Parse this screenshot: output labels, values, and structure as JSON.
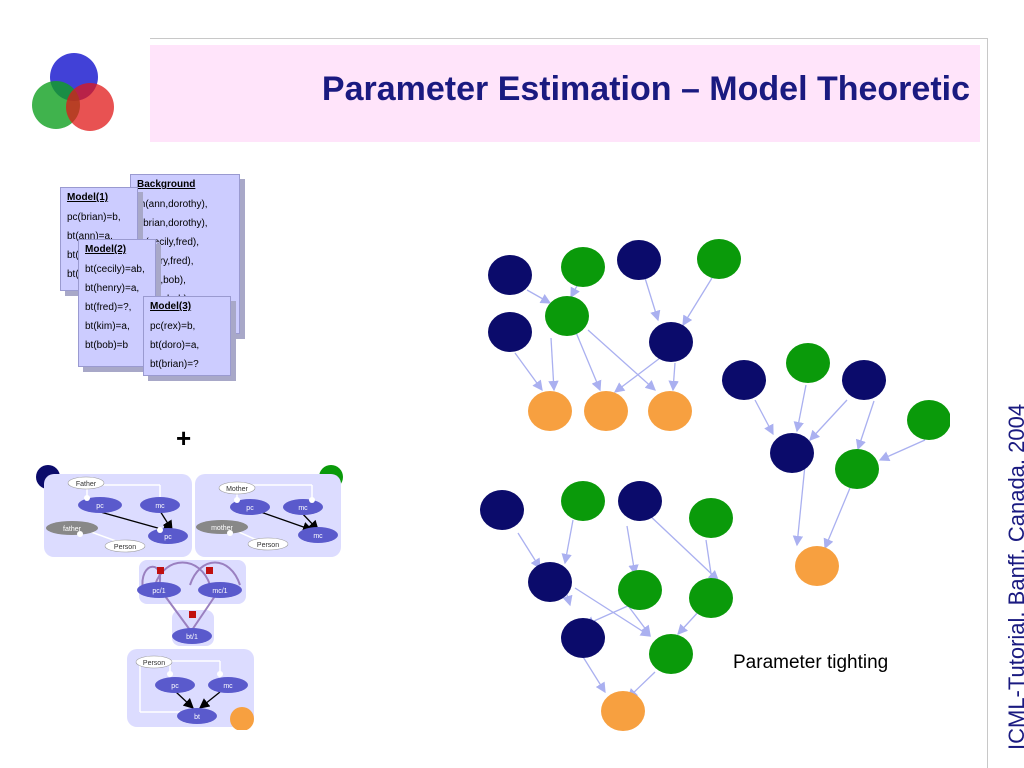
{
  "slide": {
    "title": "Parameter Estimation – Model Theoretic",
    "side_label": "ICML-Tutorial, Banff, Canada, 2004",
    "plus_sign": "+",
    "caption": "Parameter tighting",
    "logo_icon": "overlapping-circles-logo"
  },
  "cards": {
    "background": {
      "heading": "Background",
      "lines": [
        "m(ann,dorothy),",
        "f(brian,dorothy),",
        "m(cecily,fred),",
        "f(henry,fred),",
        "f(fred,bob),",
        "m(kim,bob),"
      ]
    },
    "model1": {
      "heading": "Model(1)",
      "lines": [
        "pc(brian)=b,",
        "bt(ann)=a,",
        "bt(brian)=?,",
        "bt(dorothy)=a"
      ]
    },
    "model2": {
      "heading": "Model(2)",
      "lines": [
        "bt(cecily)=ab,",
        "bt(henry)=a,",
        "bt(fred)=?,",
        "bt(kim)=a,",
        "bt(bob)=b"
      ]
    },
    "model3": {
      "heading": "Model(3)",
      "lines": [
        "pc(rex)=b,",
        "bt(doro)=a,",
        "bt(brian)=?"
      ]
    }
  },
  "diagram": {
    "father_box": {
      "label": "Father",
      "nodes": [
        "pc",
        "mc",
        "father",
        "pc"
      ],
      "person": "Person"
    },
    "mother_box": {
      "label": "Mother",
      "nodes": [
        "pc",
        "mc",
        "mother",
        "mc"
      ],
      "person": "Person"
    },
    "middle_nodes": [
      "pc/1",
      "mc/1",
      "bt/1"
    ],
    "person_box": {
      "label": "Person",
      "nodes": [
        "pc",
        "mc",
        "bt"
      ]
    }
  },
  "colors": {
    "navy": "#0b0b6b",
    "green": "#0a9a0a",
    "orange": "#f7a040",
    "title_text": "#1a1a80",
    "title_band": "#ffe4fa",
    "edge": "#aab0f0"
  }
}
